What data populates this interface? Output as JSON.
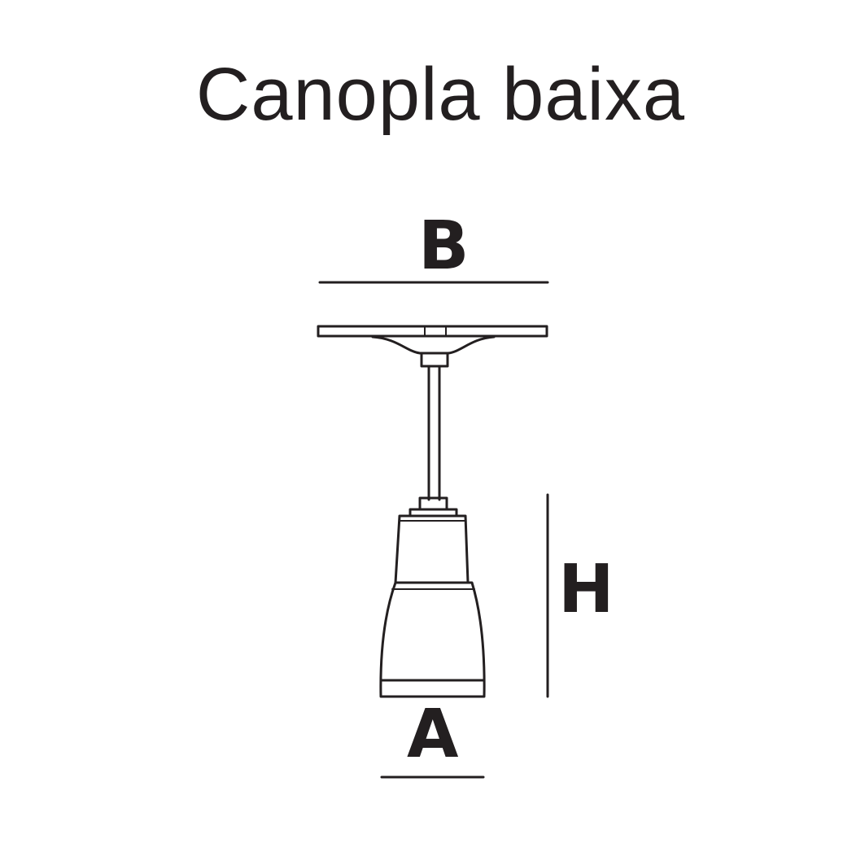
{
  "title": "Canopla baixa",
  "dimensions": {
    "width_top": "B",
    "height": "H",
    "width_bottom": "A"
  },
  "colors": {
    "line": "#231f20",
    "background": "#ffffff"
  }
}
